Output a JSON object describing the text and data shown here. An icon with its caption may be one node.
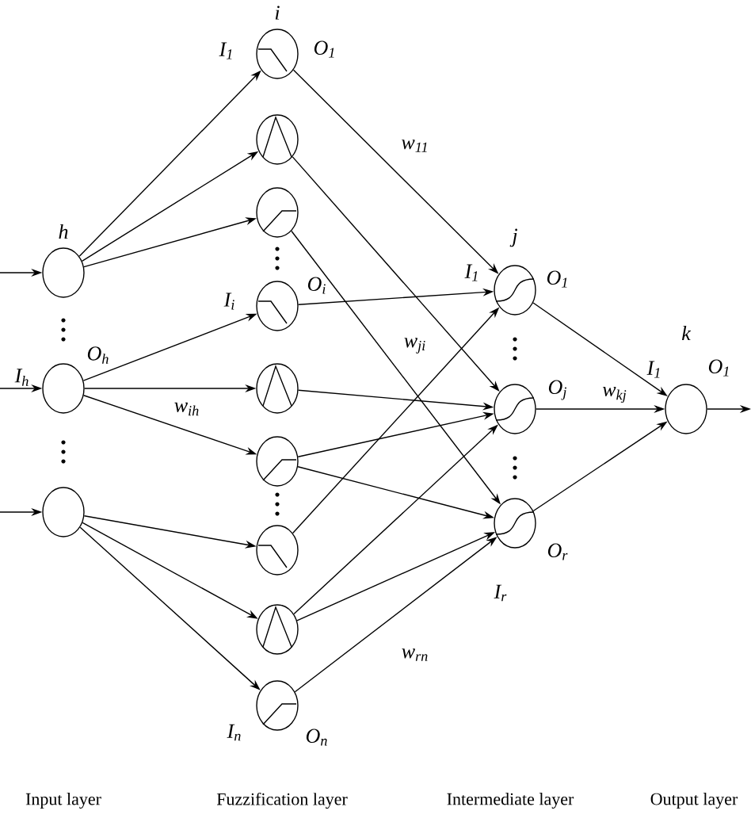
{
  "diagram": {
    "nodes": [
      {
        "text": [],
        "shape": "circle",
        "beside": [
          "h"
        ]
      },
      {
        "text": [],
        "shape": "circle",
        "beside": [
          "I$_{h}$",
          "O$_{h}$"
        ]
      },
      {
        "text": [],
        "shape": "circle"
      },
      {
        "text": [],
        "shape": "circle",
        "beside": [
          "i",
          "I$_{1}$",
          "O$_{1}$"
        ]
      },
      {
        "text": [],
        "shape": "circle"
      },
      {
        "text": [],
        "shape": "circle"
      },
      {
        "text": [],
        "shape": "circle",
        "beside": [
          "I$_{i}$",
          "O$_{i}$"
        ]
      },
      {
        "text": [],
        "shape": "circle"
      },
      {
        "text": [],
        "shape": "circle"
      },
      {
        "text": [],
        "shape": "circle"
      },
      {
        "text": [],
        "shape": "circle"
      },
      {
        "text": [],
        "shape": "circle",
        "beside": [
          "I$_{n}$",
          "O$_{n}$"
        ]
      },
      {
        "text": [],
        "shape": "circle",
        "beside": [
          "j",
          "I$_{1}$",
          "O$_{1}$"
        ]
      },
      {
        "text": [],
        "shape": "circle",
        "beside": [
          "O$_{j}$"
        ]
      },
      {
        "text": [],
        "shape": "circle",
        "beside": [
          "O$_{r}$",
          "I$_{r}$"
        ]
      },
      {
        "text": [],
        "shape": "circle",
        "beside": [
          "k",
          "I$_{1}$",
          "O$_{1}$"
        ]
      }
    ],
    "edges": [
      {
        "from": null,
        "to": 0,
        "arrow": "to"
      },
      {
        "from": null,
        "to": 1,
        "arrow": "to"
      },
      {
        "from": null,
        "to": 2,
        "arrow": "to"
      },
      {
        "from": 0,
        "to": 3,
        "arrow": "to"
      },
      {
        "from": 0,
        "to": 4,
        "arrow": "to"
      },
      {
        "from": 0,
        "to": 5,
        "arrow": "to"
      },
      {
        "from": 1,
        "to": 6,
        "arrow": "to"
      },
      {
        "from": 1,
        "to": 7,
        "arrow": "to"
      },
      {
        "from": 1,
        "to": 8,
        "arrow": "to",
        "label": "w$_{ih}$"
      },
      {
        "from": 2,
        "to": 9,
        "arrow": "to"
      },
      {
        "from": 2,
        "to": 10,
        "arrow": "to"
      },
      {
        "from": 2,
        "to": 11,
        "arrow": "to"
      },
      {
        "from": 3,
        "to": 12,
        "arrow": "to",
        "label": "w$_{11}$"
      },
      {
        "from": 6,
        "to": 12,
        "arrow": "to",
        "label": "w$_{ji}$"
      },
      {
        "from": 9,
        "to": 12,
        "arrow": "to"
      },
      {
        "from": 4,
        "to": 13,
        "arrow": "to"
      },
      {
        "from": 7,
        "to": 13,
        "arrow": "to"
      },
      {
        "from": 8,
        "to": 13,
        "arrow": "to"
      },
      {
        "from": 10,
        "to": 13,
        "arrow": "to"
      },
      {
        "from": 5,
        "to": 14,
        "arrow": "to"
      },
      {
        "from": 8,
        "to": 14,
        "arrow": "to"
      },
      {
        "from": 10,
        "to": 14,
        "arrow": "to"
      },
      {
        "from": 11,
        "to": 14,
        "arrow": "to",
        "label": "w$_{rn}$"
      },
      {
        "from": 12,
        "to": 15,
        "arrow": "to"
      },
      {
        "from": 13,
        "to": 15,
        "arrow": "to",
        "label": "w$_{kj}$"
      },
      {
        "from": 14,
        "to": 15,
        "arrow": "to"
      },
      {
        "from": 15,
        "to": null,
        "arrow": "to"
      }
    ],
    "labels": [
      "Input layer",
      "Fuzzification layer",
      "Intermediate layer",
      "Output layer"
    ]
  }
}
